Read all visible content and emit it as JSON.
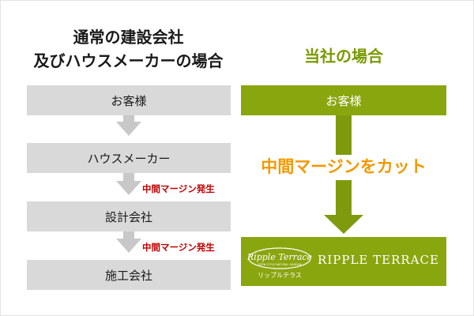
{
  "left_title": {
    "line1": "通常の建設会社",
    "line2": "及びハウスメーカーの場合"
  },
  "right_title": "当社の場合",
  "left_steps": [
    "お客様",
    "ハウスメーカー",
    "設計会社",
    "施工会社"
  ],
  "margin_notes": [
    "中間マージン発生",
    "中間マージン発生"
  ],
  "right_top": "お客様",
  "cut_label": "中間マージンをカット",
  "ripple_terrace": {
    "logo_text": "Ripple Terrace",
    "logo_subtext": "OPEN STYLE NATURAL GARDEN",
    "kana": "リップルテラス",
    "name": "RIPPLE TERRACE"
  },
  "colors": {
    "green": "#8aa60f",
    "orange": "#f39800",
    "red": "#c00000",
    "gray": "#d9d9d9"
  }
}
